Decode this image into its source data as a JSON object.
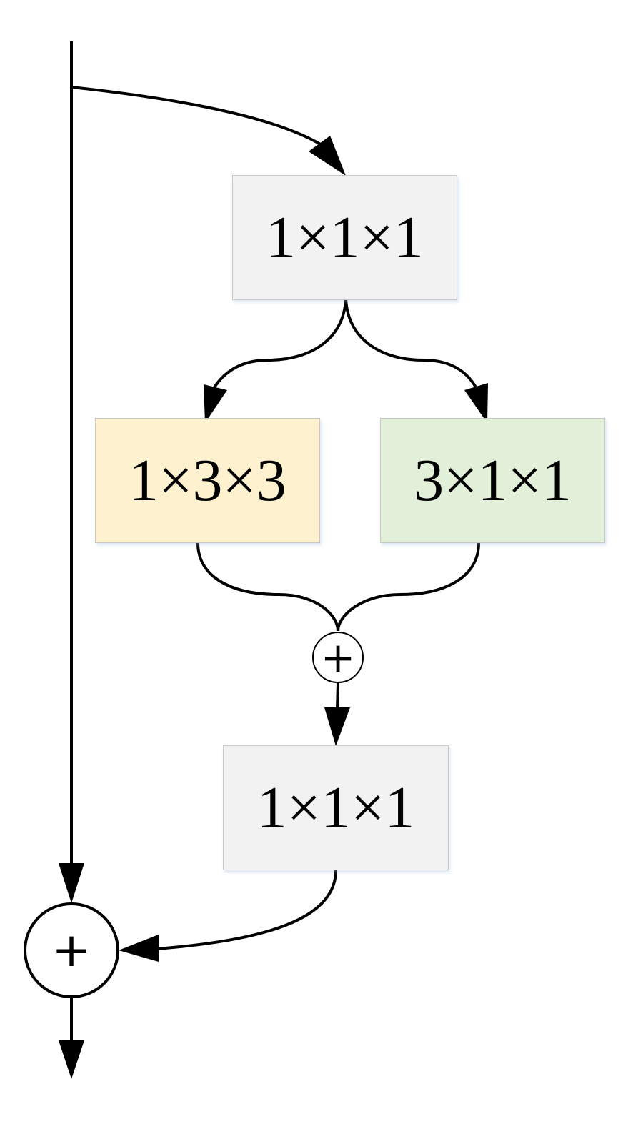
{
  "diagram": {
    "blocks": [
      {
        "id": "conv-top",
        "label": "1×1×1",
        "fill": "#f2f2f2"
      },
      {
        "id": "conv-left",
        "label": "1×3×3",
        "fill": "#fdf1d0"
      },
      {
        "id": "conv-right",
        "label": "3×1×1",
        "fill": "#e2efd9"
      },
      {
        "id": "conv-bottom",
        "label": "1×1×1",
        "fill": "#f2f2f2"
      }
    ],
    "operators": {
      "inner_add": "+",
      "residual_add": "+"
    },
    "colors": {
      "stroke": "#000000",
      "box_border": "#c8c8c8"
    }
  }
}
